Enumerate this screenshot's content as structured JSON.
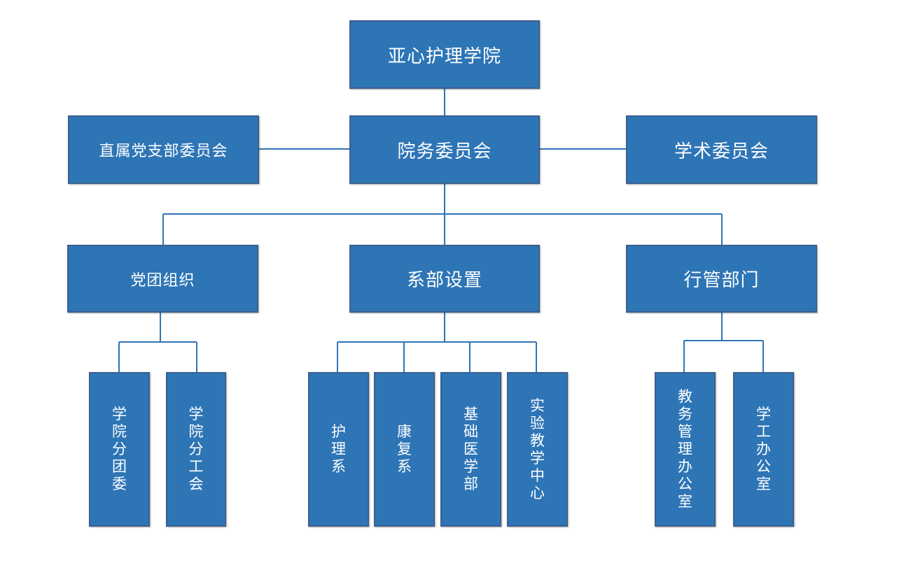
{
  "root": {
    "label": "亚心护理学院"
  },
  "middle": {
    "left": {
      "label": "直属党支部委员会"
    },
    "center": {
      "label": "院务委员会"
    },
    "right": {
      "label": "学术委员会"
    }
  },
  "branches": {
    "party": {
      "label": "党团组织",
      "children": [
        {
          "label": "学院分团委"
        },
        {
          "label": "学院分工会"
        }
      ]
    },
    "departments": {
      "label": "系部设置",
      "children": [
        {
          "label": "护理系"
        },
        {
          "label": "康复系"
        },
        {
          "label": "基础医学部"
        },
        {
          "label": "实验教学中心"
        }
      ]
    },
    "admin": {
      "label": "行管部门",
      "children": [
        {
          "label": "教务管理办公室"
        },
        {
          "label": "学工办公室"
        }
      ]
    }
  },
  "colors": {
    "box_fill": "#2e75b6",
    "box_border": "#3a5f8f",
    "connector": "#2e75b6"
  }
}
